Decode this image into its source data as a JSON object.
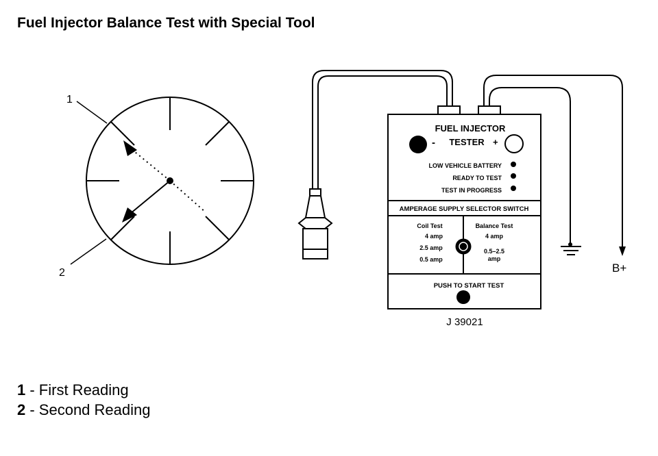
{
  "title": "Fuel Injector Balance Test with Special Tool",
  "gauge": {
    "callout_1": "1",
    "callout_2": "2"
  },
  "tester": {
    "name_line1": "FUEL INJECTOR",
    "name_line2": "TESTER",
    "minus": "-",
    "plus": "+",
    "indicators": [
      "LOW VEHICLE BATTERY",
      "READY TO TEST",
      "TEST IN PROGRESS"
    ],
    "selector_header": "AMPERAGE SUPPLY SELECTOR SWITCH",
    "coil_test": {
      "heading": "Coil Test",
      "values": [
        "4 amp",
        "2.5 amp",
        "0.5 amp"
      ]
    },
    "balance_test": {
      "heading": "Balance Test",
      "values": [
        "4 amp",
        "0.5–2.5",
        "amp"
      ]
    },
    "push_label": "PUSH TO START TEST",
    "part_number": "J 39021"
  },
  "b_plus": "B+",
  "legend": [
    {
      "num": "1",
      "text": " - First Reading"
    },
    {
      "num": "2",
      "text": " - Second Reading"
    }
  ]
}
